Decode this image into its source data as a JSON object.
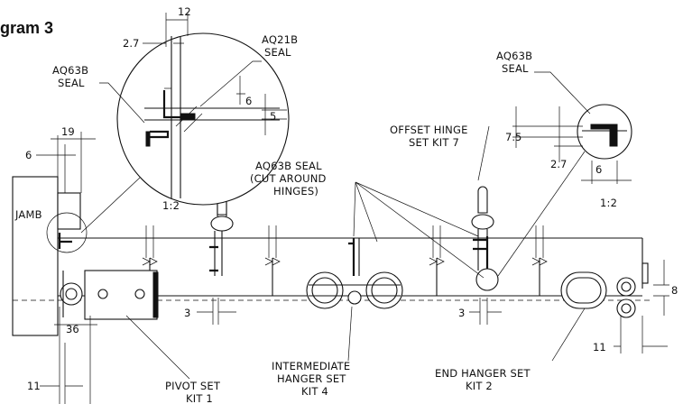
{
  "diagram": {
    "title": "gram 3",
    "labels": {
      "aq21b_line1": "AQ21B",
      "aq21b_line2": "SEAL",
      "aq63b_left_line1": "AQ63B",
      "aq63b_left_line2": "SEAL",
      "aq63b_right_line1": "AQ63B",
      "aq63b_right_line2": "SEAL",
      "jamb": "JAMB",
      "scale_left": "1:2",
      "scale_right": "1:2",
      "aq63b_cut_line1": "AQ63B SEAL",
      "aq63b_cut_line2": "(CUT AROUND",
      "aq63b_cut_line3": "HINGES)",
      "offset_hinge_line1": "OFFSET HINGE",
      "offset_hinge_line2": "SET KIT 7",
      "pivot_line1": "PIVOT SET",
      "pivot_line2": "KIT 1",
      "intermediate_line1": "INTERMEDIATE",
      "intermediate_line2": "HANGER SET",
      "intermediate_line3": "KIT 4",
      "end_hanger_line1": "END HANGER SET",
      "end_hanger_line2": "KIT 2"
    },
    "dimensions": {
      "d12": "12",
      "d2_7_left": "2.7",
      "d6_left_detail": "6",
      "d5": "5",
      "d19": "19",
      "d6_jamb": "6",
      "d36": "36",
      "d11_left": "11",
      "d3_left": "3",
      "d3_mid": "3",
      "d7_5": "7.5",
      "d2_7_right": "2.7",
      "d6_right_detail": "6",
      "d8": "8",
      "d11_right": "11"
    }
  }
}
